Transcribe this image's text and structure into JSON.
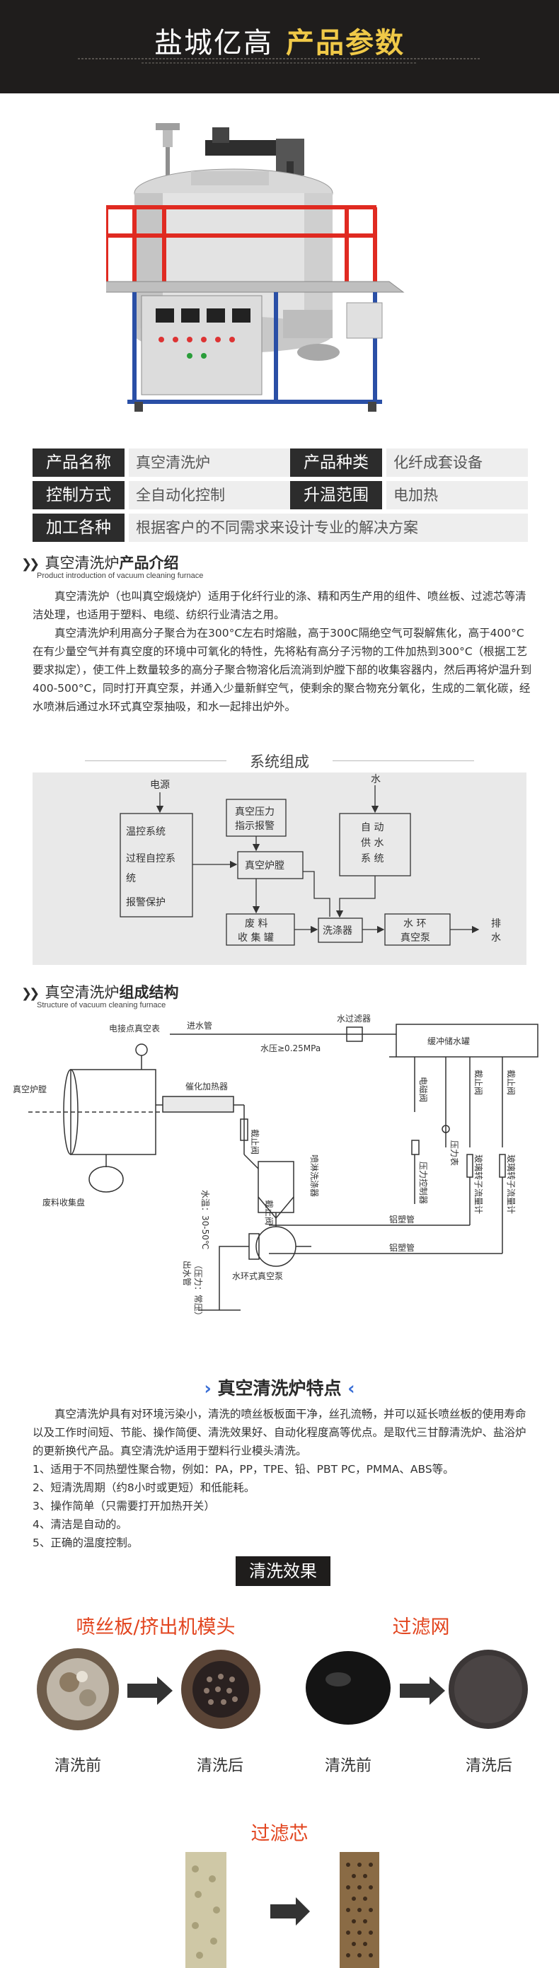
{
  "header": {
    "brand": "盐城亿高",
    "title": "产品参数"
  },
  "spec": {
    "rows": [
      {
        "k1": "产品名称",
        "v1": "真空清洗炉",
        "k2": "产品种类",
        "v2": "化纤成套设备"
      },
      {
        "k1": "控制方式",
        "v1": "全自动化控制",
        "k2": "升温范围",
        "v2": "电加热"
      },
      {
        "k1": "加工各种",
        "v1": "根据客户的不同需求来设计专业的解决方案"
      }
    ]
  },
  "intro": {
    "title_a": "真空清洗炉",
    "title_b": "产品介绍",
    "subtitle": "Product introduction of vacuum cleaning furnace",
    "p1": "真空清洗炉（也叫真空煅烧炉）适用于化纤行业的涤、精和丙生产用的组件、喷丝板、过滤芯等清洁处理，也适用于塑料、电缆、纺织行业清洁之用。",
    "p2": "真空清洗炉利用高分子聚合为在300°C左右时熔融，高于300C隔绝空气可裂解焦化，高于400°C在有少量空气并有真空度的环境中可氧化的特性，先将粘有高分子污物的工件加热到300°C（根据工艺要求拟定），使工件上数量较多的高分子聚合物溶化后流淌到炉膛下部的收集容器内，然后再将炉温升到400-500°C，同时打开真空泵，并通入少量新鲜空气，使剩余的聚合物充分氧化，生成的二氧化碳，经水喷淋后通过水环式真空泵抽吸，和水一起排出炉外。"
  },
  "system": {
    "title": "系统组成",
    "power": "电源",
    "ctrl1": "温控系统",
    "ctrl2": "过程自控系",
    "ctrl3": "统",
    "ctrl4": "报警保护",
    "pressure1": "真空压力",
    "pressure2": "指示报警",
    "chamber": "真空炉膛",
    "water": "水",
    "auto1": "自 动",
    "auto2": "供 水",
    "auto3": "系 统",
    "waste1": "废 料",
    "waste2": "收 集 罐",
    "washer": "洗涤器",
    "pump1": "水 环",
    "pump2": "真空泵",
    "drain1": "排",
    "drain2": "水"
  },
  "structure": {
    "title_a": "真空清洗炉",
    "title_b": "组成结构",
    "subtitle": "Structure of vacuum cleaning furnace",
    "inlet": "进水管",
    "filter": "水过滤器",
    "pressure": "水压≥0.25MPa",
    "tank": "缓冲储水罐",
    "gauge": "电接点真空表",
    "heater": "催化加热器",
    "furnace": "真空炉膛",
    "waste": "废料收集盘",
    "valve1": "截止阀",
    "spray": "喷淋洗涤器",
    "valve2": "截止阀",
    "pump": "水环式真空泵",
    "pipe1": "铝塑管",
    "pipe2": "铝塑管",
    "temp": "水温：30-50℃",
    "outlet": "出水管",
    "outlet2": "（压力：常压）",
    "solenoid": "电磁阀",
    "pctrl": "压力控制器",
    "pmeter": "压力表",
    "flow1": "玻璃转子流量计",
    "flow2": "玻璃转子流量计",
    "v3": "截止阀",
    "v4": "截止阀"
  },
  "features": {
    "title": "真空清洗炉特点",
    "p1": "真空清洗炉具有对环境污染小，清洗的喷丝板板面干净，丝孔流畅，并可以延长喷丝板的使用寿命以及工作时间短、节能、操作简便、清洗效果好、自动化程度高等优点。是取代三甘醇清洗炉、盐浴炉的更新换代产品。真空清洗炉适用于塑料行业模头清洗。",
    "l1": "1、适用于不同热塑性聚合物，例如：PA，PP，TPE、铅、PBT PC，PMMA、ABS等。",
    "l2": "2、短清洗周期（约8小时或更短）和低能耗。",
    "l3": "3、操作简单（只需要打开加热开关）",
    "l4": "4、清洁是自动的。",
    "l5": "5、正确的温度控制。"
  },
  "effect": {
    "title": "清洗效果",
    "g1": "喷丝板/挤出机模头",
    "g2": "过滤网",
    "g3": "过滤芯",
    "before1": "清洗前",
    "after1": "清洗后",
    "before2": "清洗前",
    "after2": "清洗后"
  }
}
